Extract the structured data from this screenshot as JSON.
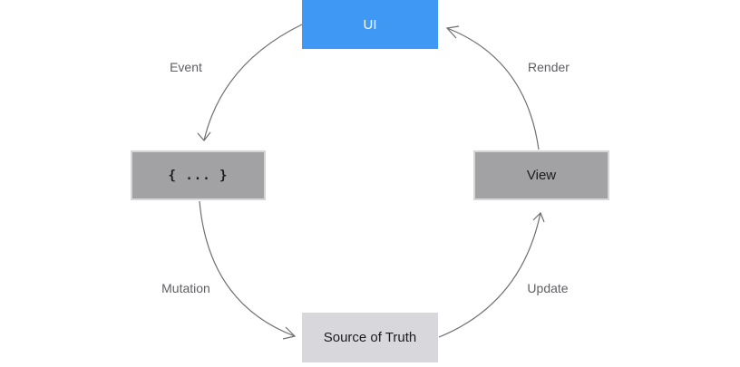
{
  "nodes": {
    "ui": "UI",
    "code": "{ ... }",
    "view": "View",
    "source_of_truth": "Source of Truth"
  },
  "edges": {
    "event": "Event",
    "render": "Render",
    "mutation": "Mutation",
    "update": "Update"
  },
  "colors": {
    "ui_fill": "#3f98f4",
    "gray_fill": "#a2a2a5",
    "truth_fill": "#d8d8dc",
    "arrow": "#5f5f63"
  }
}
